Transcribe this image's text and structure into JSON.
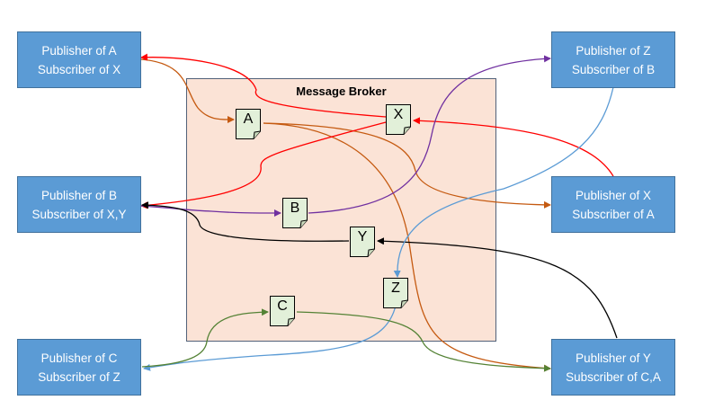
{
  "broker": {
    "title": "Message Broker"
  },
  "nodes": [
    {
      "id": "pubA_subX",
      "line1": "Publisher of A",
      "line2": "Subscriber of X"
    },
    {
      "id": "pubZ_subB",
      "line1": "Publisher of Z",
      "line2": "Subscriber of B"
    },
    {
      "id": "pubB_subXY",
      "line1": "Publisher of B",
      "line2": "Subscriber of X,Y"
    },
    {
      "id": "pubX_subA",
      "line1": "Publisher of X",
      "line2": "Subscriber of A"
    },
    {
      "id": "pubC_subZ",
      "line1": "Publisher of C",
      "line2": "Subscriber of Z"
    },
    {
      "id": "pubY_subCA",
      "line1": "Publisher of Y",
      "line2": "Subscriber of C,A"
    }
  ],
  "messages": [
    {
      "id": "A",
      "label": "A"
    },
    {
      "id": "X",
      "label": "X"
    },
    {
      "id": "B",
      "label": "B"
    },
    {
      "id": "Y",
      "label": "Y"
    },
    {
      "id": "Z",
      "label": "Z"
    },
    {
      "id": "C",
      "label": "C"
    }
  ],
  "colors": {
    "node_fill": "#5b9bd5",
    "node_border": "#41719c",
    "broker_fill": "#fbe3d6",
    "doc_fill": "#e2f0d9",
    "flow_A": "#c55a11",
    "flow_X": "#ff0000",
    "flow_B": "#7030a0",
    "flow_Y": "#000000",
    "flow_Z": "#5b9bd5",
    "flow_C": "#548235"
  }
}
